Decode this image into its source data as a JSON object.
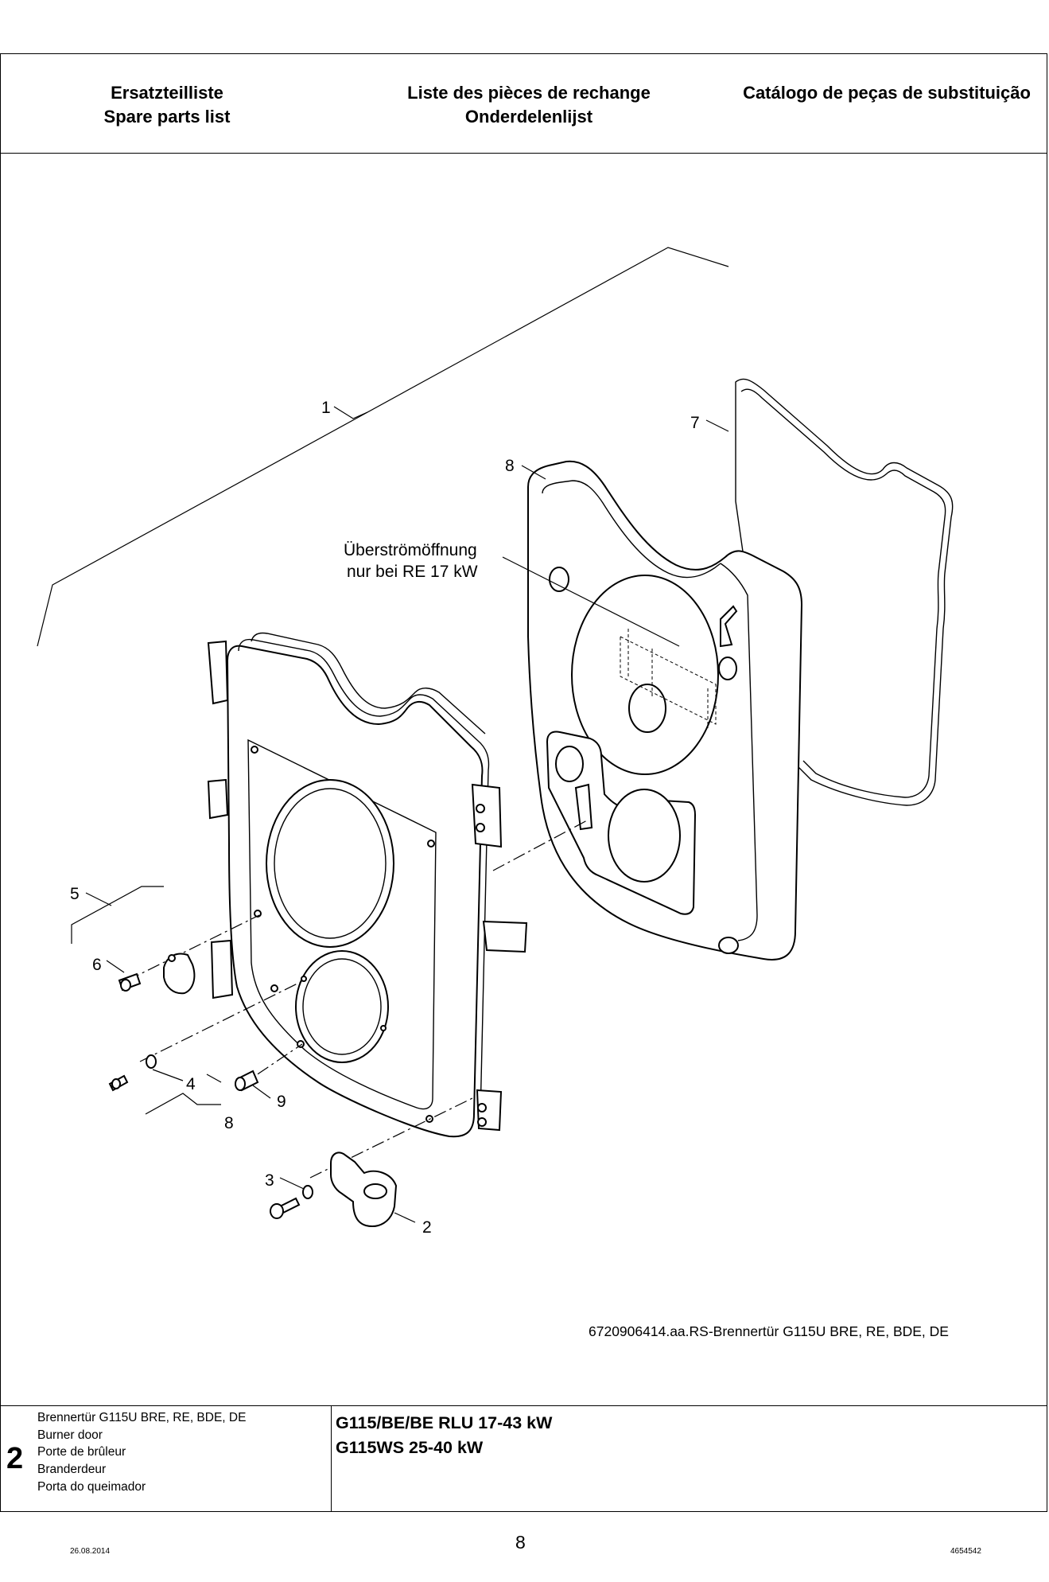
{
  "header": {
    "de_title": "Ersatzteilliste",
    "en_title": "Spare parts list",
    "fr_title": "Liste des pièces de rechange",
    "nl_title": "Onderdelenlijst",
    "pt_title": "Catálogo de peças de substituição"
  },
  "drawing": {
    "callouts": {
      "c1": "1",
      "c7": "7",
      "c8_top": "8",
      "c5": "5",
      "c6": "6",
      "c4": "4",
      "c9": "9",
      "c8_bottom": "8",
      "c3": "3",
      "c2": "2"
    },
    "note_line1": "Überströmöffnung",
    "note_line2": "nur bei RE 17 kW",
    "caption": "6720906414.aa.RS-Brennertür G115U BRE, RE, BDE, DE"
  },
  "footer": {
    "section_number": "2",
    "names": [
      "Brennertür G115U BRE, RE, BDE, DE",
      "Burner door",
      "Porte de brûleur",
      "Branderdeur",
      "Porta do queimador"
    ],
    "models": [
      "G115/BE/BE RLU 17-43 kW",
      "G115WS 25-40 kW"
    ],
    "page_number": "8",
    "date": "26.08.2014",
    "doc_id": "4654542"
  }
}
